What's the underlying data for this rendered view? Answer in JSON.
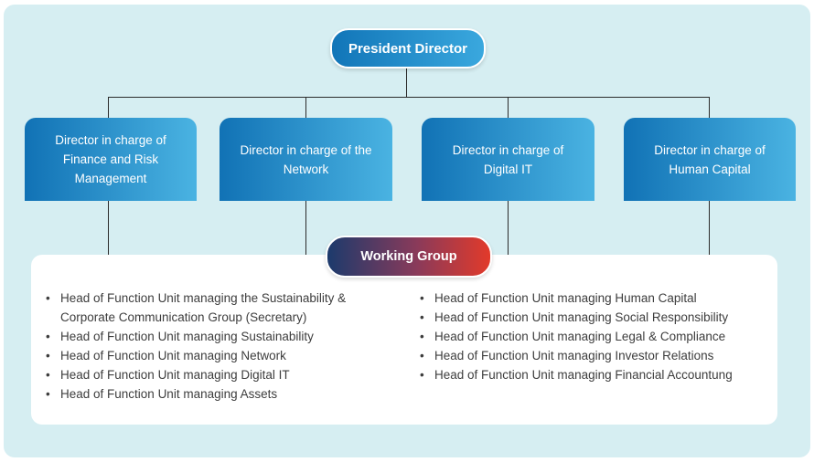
{
  "top": {
    "label": "President Director"
  },
  "directors": [
    {
      "label": "Director in charge of Finance and Risk Management"
    },
    {
      "label": "Director in charge of the Network"
    },
    {
      "label": "Director in charge of Digital IT"
    },
    {
      "label": "Director in charge of Human Capital"
    }
  ],
  "working_group": {
    "label": "Working Group",
    "left_items": [
      "Head of Function Unit managing the Sustainability & Corporate Communication Group (Secretary)",
      "Head of Function Unit managing Sustainability",
      "Head of Function Unit managing Network",
      "Head of Function Unit managing Digital IT",
      "Head of Function Unit managing Assets"
    ],
    "right_items": [
      "Head of Function Unit managing Human Capital",
      "Head of Function Unit managing Social Responsibility",
      "Head of Function Unit managing Legal & Compliance",
      "Head of Function Unit managing Investor Relations",
      "Head of Function Unit managing Financial Accountung"
    ]
  },
  "colors": {
    "background": "#d6eef2",
    "director_gradient_start": "#1172b5",
    "director_gradient_end": "#4ab3e2",
    "working_group_gradient_start": "#1c3a6c",
    "working_group_gradient_end": "#e23a2a",
    "connector": "#2b2b2b"
  }
}
